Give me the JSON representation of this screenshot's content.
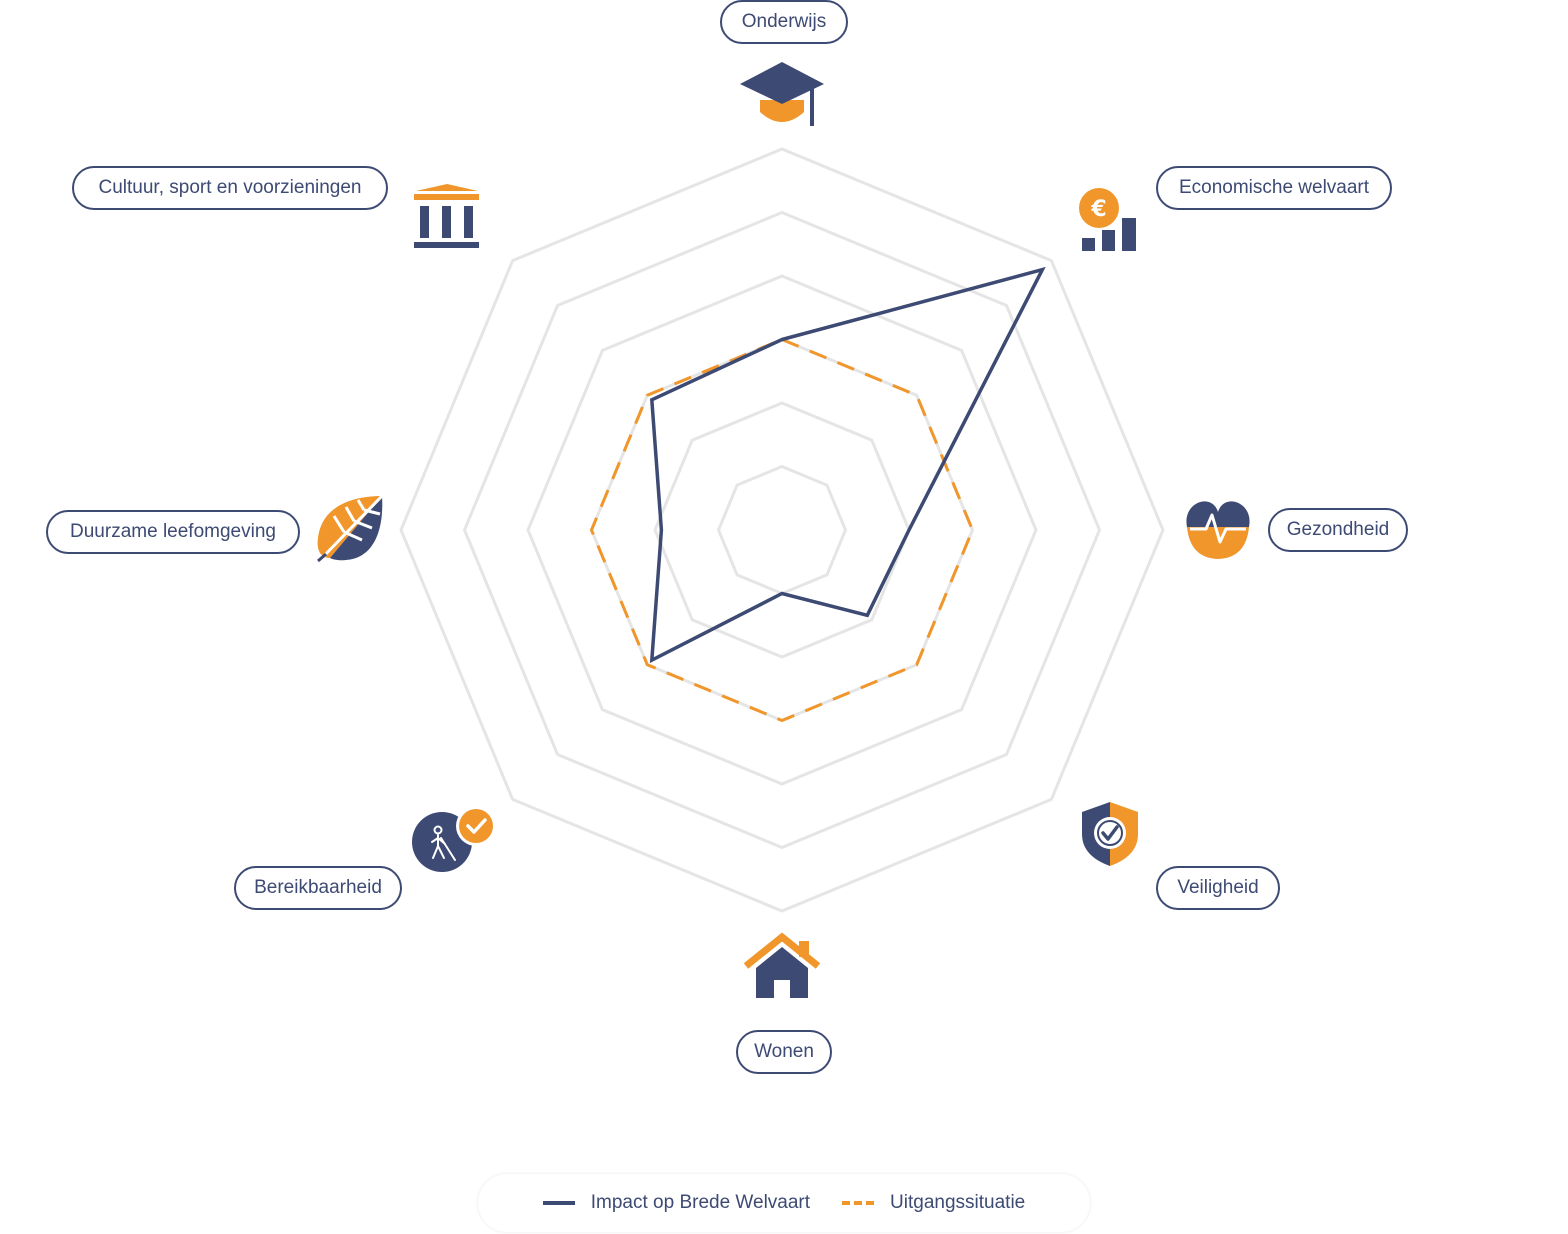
{
  "chart_data": {
    "type": "radar",
    "axes": [
      "Onderwijs",
      "Economische welvaart",
      "Gezondheid",
      "Veiligheid",
      "Wonen",
      "Bereikbaarheid",
      "Duurzame leefomgeving",
      "Cultuur, sport en voorzieningen"
    ],
    "levels": 6,
    "range": [
      0,
      6
    ],
    "grid": true,
    "legend_position": "bottom",
    "series": [
      {
        "name": "Impact op Brede Welvaart",
        "style": "solid",
        "color": "#3d4a73",
        "values": [
          3.0,
          5.8,
          2.0,
          1.9,
          1.0,
          2.9,
          1.9,
          2.9
        ]
      },
      {
        "name": "Uitgangssituatie",
        "style": "dashed",
        "color": "#f0962b",
        "values": [
          3.0,
          3.0,
          3.0,
          3.0,
          3.0,
          3.0,
          3.0,
          3.0
        ]
      }
    ]
  },
  "icons": [
    "graduation-cap-icon",
    "euro-bar-chart-icon",
    "heart-pulse-icon",
    "shield-check-icon",
    "house-icon",
    "accessibility-check-icon",
    "leaf-icon",
    "museum-icon"
  ],
  "colors": {
    "primary": "#3d4a73",
    "accent": "#f0962b",
    "grid": "#e5e5e5"
  }
}
